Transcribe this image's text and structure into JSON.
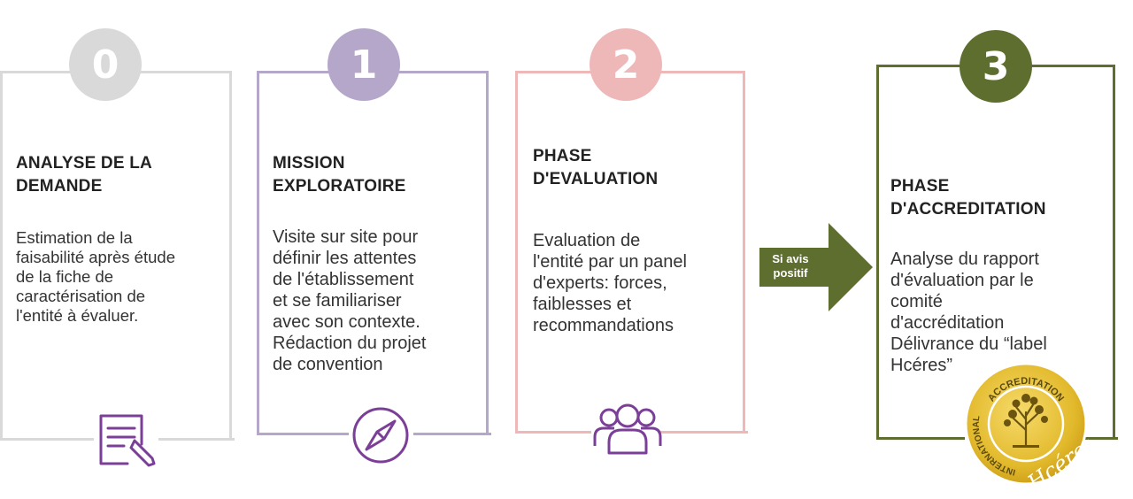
{
  "colors": {
    "step0": "#d9d9d9",
    "step1": "#b4a7c9",
    "step2": "#efb8b8",
    "step3": "#5e6e2e",
    "icon": "#7b3f98",
    "arrow": "#5e6e2e",
    "badge_gold": "#e2b92b"
  },
  "steps": [
    {
      "number": "0",
      "title_lines": [
        "ANALYSE DE LA",
        "DEMANDE"
      ],
      "desc_lines": [
        "Estimation de la",
        "faisabilité après étude",
        "de la fiche de",
        "caractérisation de",
        "l'entité à évaluer."
      ],
      "icon": "document-edit-icon"
    },
    {
      "number": "1",
      "title_lines": [
        "MISSION",
        "EXPLORATOIRE"
      ],
      "desc_lines": [
        "Visite sur site pour",
        "définir les attentes",
        "de l'établissement",
        "et se familiariser",
        "avec son contexte.",
        "Rédaction du projet",
        "de convention"
      ],
      "icon": "compass-icon"
    },
    {
      "number": "2",
      "title_lines": [
        "PHASE",
        "D'EVALUATION"
      ],
      "desc_lines": [
        "Evaluation de",
        "l'entité par un panel",
        "d'experts: forces,",
        "faiblesses et",
        "recommandations"
      ],
      "icon": "group-users-icon"
    },
    {
      "number": "3",
      "title_lines": [
        "PHASE",
        "D'ACCREDITATION"
      ],
      "desc_lines": [
        "Analyse du rapport",
        "d'évaluation par le",
        "comité",
        "d'accréditation",
        "Délivrance du “label",
        "Hcéres”"
      ],
      "icon": "accreditation-seal-icon"
    }
  ],
  "arrow": {
    "label_lines": [
      "Si avis",
      "positif"
    ]
  },
  "badge": {
    "ring_top": "ACCREDITATION",
    "ring_left": "INTERNATIONAL",
    "brand": "Hcéres"
  }
}
